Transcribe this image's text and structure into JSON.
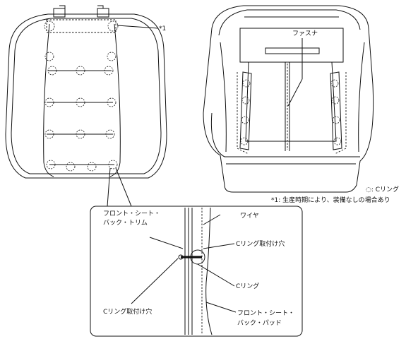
{
  "labels": {
    "note_ref": "*1",
    "fastener": "ファスナ",
    "legend_symbol": "◌: Cリング",
    "note_1": "*1: 生産時期により、装備なしの場合あり",
    "trim_line1": "フロント・シート・",
    "trim_line2": "バック・トリム",
    "wire": "ワイヤ",
    "c_ring_hole_right": "Cリング取付け穴",
    "c_ring": "Cリング",
    "c_ring_hole_left": "Cリング取付け穴",
    "pad_line1": "フロント・シート・",
    "pad_line2": "バック・パッド"
  }
}
